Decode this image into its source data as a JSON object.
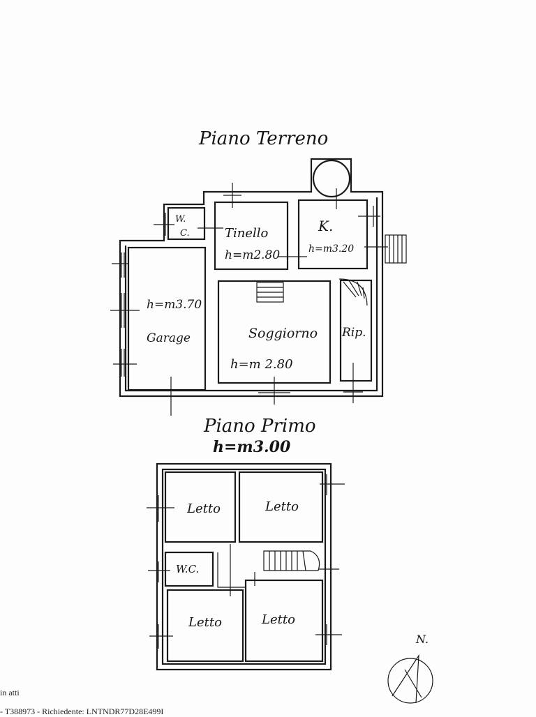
{
  "ground_floor": {
    "title": "Piano Terreno",
    "rooms": {
      "wc_line1": "W.",
      "wc_line2": "C.",
      "tinello": "Tinello",
      "tinello_height": "h=m2.80",
      "kitchen": "K.",
      "kitchen_height": "h=m3.20",
      "garage_height": "h=m3.70",
      "garage": "Garage",
      "soggiorno": "Soggiorno",
      "soggiorno_height": "h=m 2.80",
      "ripostiglio": "Rip."
    }
  },
  "first_floor": {
    "title": "Piano Primo",
    "height": "h=m3.00",
    "rooms": {
      "letto_tl": "Letto",
      "letto_tr": "Letto",
      "wc": "W.C.",
      "letto_bl": "Letto",
      "letto_br": "Letto"
    }
  },
  "north_mark": "N.",
  "footer": {
    "line1": "in atti",
    "line2": "- T388973 - Richiedente: LNTNDR77D28E499I"
  }
}
